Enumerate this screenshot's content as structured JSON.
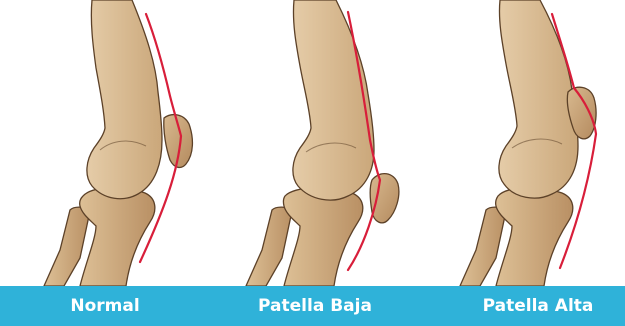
{
  "panels": [
    {
      "label": "Normal"
    },
    {
      "label": "Patella Baja"
    },
    {
      "label": "Patella Alta"
    }
  ],
  "colors": {
    "bone_fill": "#dcc19a",
    "bone_shade": "#c39f73",
    "bone_outline": "#5c4128",
    "patellar_tendon": "#d81e3a",
    "label_band": "#2fb2d9",
    "label_text": "#ffffff"
  }
}
